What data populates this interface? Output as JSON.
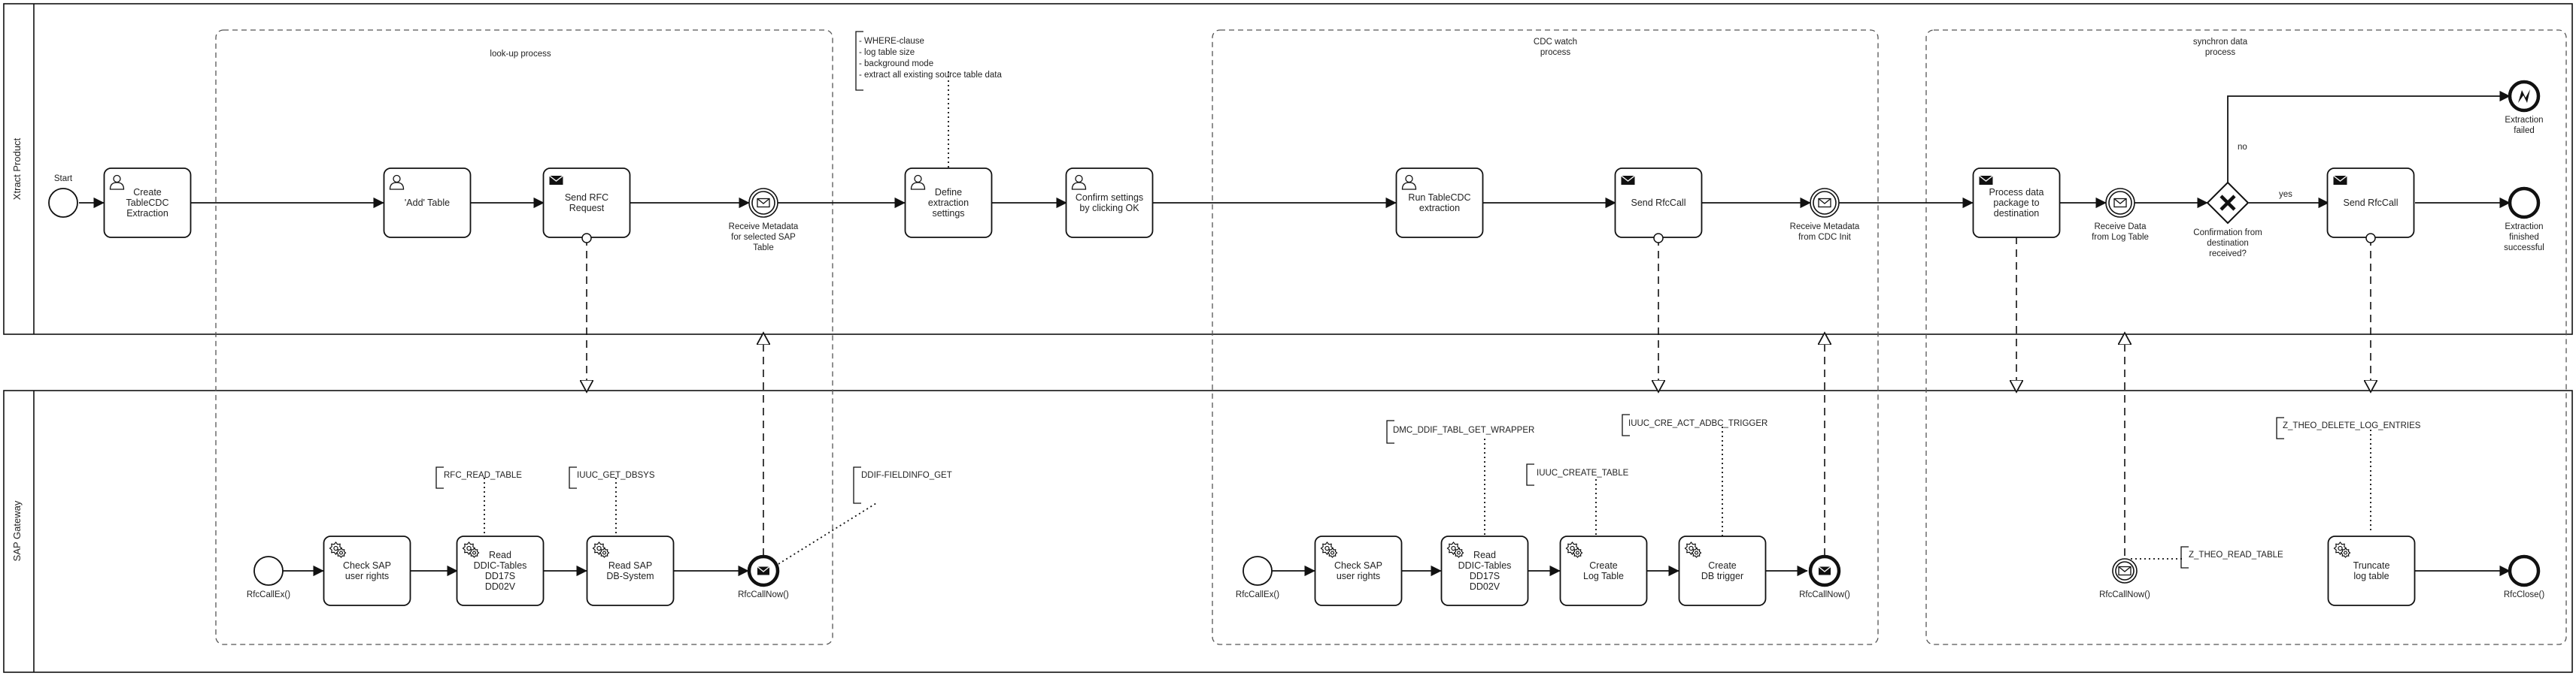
{
  "pools": {
    "xtract": "Xtract Product",
    "sap": "SAP Gateway"
  },
  "groups": {
    "lookup": "look-up process",
    "cdc_watch": [
      "CDC watch",
      "process"
    ],
    "synchron": [
      "synchron data",
      "process"
    ]
  },
  "tasks": {
    "create_extraction": [
      "Create",
      "TableCDC",
      "Extraction"
    ],
    "add_table": [
      "'Add' Table"
    ],
    "send_rfc_request": [
      "Send RFC",
      "Request"
    ],
    "define_settings": [
      "Define",
      "extraction",
      "settings"
    ],
    "confirm_settings": [
      "Confirm settings",
      "by clicking OK"
    ],
    "run_tablecdc": [
      "Run TableCDC",
      "extraction"
    ],
    "send_rfccall_1": [
      "Send RfcCall"
    ],
    "process_package": [
      "Process data",
      "package to",
      "destination"
    ],
    "send_rfccall_2": [
      "Send RfcCall"
    ],
    "check_sap_1": [
      "Check SAP",
      "user rights"
    ],
    "read_ddic_1": [
      "Read",
      "DDIC-Tables",
      "DD17S",
      "DD02V"
    ],
    "read_sap_db": [
      "Read SAP",
      "DB-System"
    ],
    "check_sap_2": [
      "Check SAP",
      "user rights"
    ],
    "read_ddic_2": [
      "Read",
      "DDIC-Tables",
      "DD17S",
      "DD02V"
    ],
    "create_log_table": [
      "Create",
      "Log Table"
    ],
    "create_db_trigger": [
      "Create",
      "DB trigger"
    ],
    "truncate_log": [
      "Truncate",
      "log table"
    ]
  },
  "events": {
    "start": [
      "Start"
    ],
    "receive_meta_1": [
      "Receive Metadata",
      "for selected SAP",
      "Table"
    ],
    "receive_meta_2": [
      "Receive Metadata",
      "from CDC Init"
    ],
    "receive_data": [
      "Receive Data",
      "from Log Table"
    ],
    "extraction_failed": [
      "Extraction",
      "failed"
    ],
    "extraction_success": [
      "Extraction",
      "finished",
      "successful"
    ],
    "rfccallex_1": [
      "RfcCallEx()"
    ],
    "rfccallnow_1": [
      "RfcCallNow()"
    ],
    "rfccallex_2": [
      "RfcCallEx()"
    ],
    "rfccallnow_2": [
      "RfcCallNow()"
    ],
    "rfccallnow_3": [
      "RfcCallNow()"
    ],
    "rfcclose": [
      "RfcClose()"
    ]
  },
  "gateway": {
    "label": [
      "Confirmation from",
      "destination",
      "received?"
    ],
    "no_label": "no",
    "yes_label": "yes"
  },
  "annotations": {
    "where_clause": [
      "- WHERE-clause",
      "- log table size",
      "- background mode",
      "- extract all existing source table data"
    ],
    "rfc_read_table": "RFC_READ_TABLE",
    "iuuc_get_dbsys": "IUUC_GET_DBSYS",
    "ddif_fieldinfo_get": "DDIF-FIELDINFO_GET",
    "dmc_ddif": "DMC_DDIF_TABL_GET_WRAPPER",
    "iuuc_create_table": "IUUC_CREATE_TABLE",
    "iuuc_cre_act": "IUUC_CRE_ACT_ADBC_TRIGGER",
    "z_theo_read_table": "Z_THEO_READ_TABLE",
    "z_theo_delete": "Z_THEO_DELETE_LOG_ENTRIES"
  }
}
